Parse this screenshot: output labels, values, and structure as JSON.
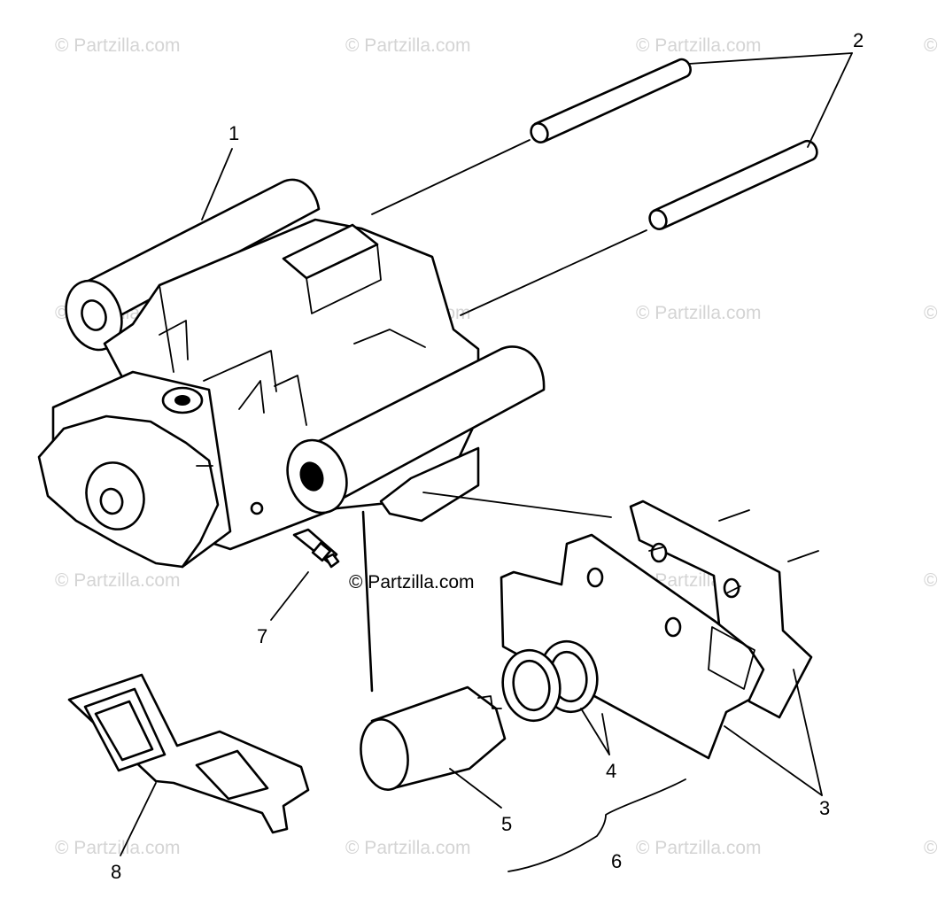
{
  "watermark": {
    "text": "© Partzilla.com",
    "partial": "©"
  },
  "center_watermark": "© Partzilla.com",
  "callouts": {
    "c1": "1",
    "c2": "2",
    "c3": "3",
    "c4": "4",
    "c5": "5",
    "c6": "6",
    "c7": "7",
    "c8": "8"
  }
}
